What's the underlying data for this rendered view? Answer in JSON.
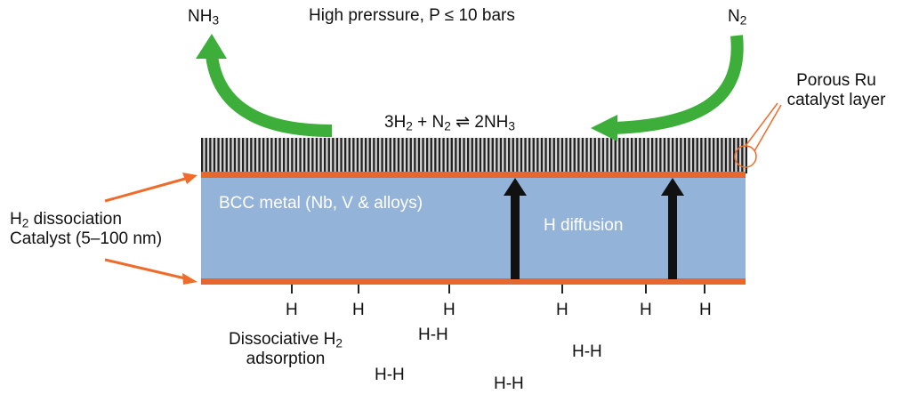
{
  "colors": {
    "metal": "#93b3d8",
    "catalyst_strip": "#e8672c",
    "arrow_green": "#3dae3a",
    "arrow_orange": "#ef6b2a",
    "porous_stripes": "#222222",
    "porous_gap": "#d6d6d6"
  },
  "labels": {
    "pressure": "High prerssure, P ≤ 10 bars",
    "nh3_prefix": "NH",
    "nh3_sub": "3",
    "n2_prefix": "N",
    "n2_sub": "2",
    "reaction": {
      "part1": "3H",
      "sub1": "2",
      "part2": " + N",
      "sub2": "2",
      "arrow": " ⇌ ",
      "part3": "2NH",
      "sub3": "3"
    },
    "porous_ru": "Porous Ru",
    "catalyst_layer": "catalyst layer",
    "h2_prefix": "H",
    "h2_sub": "2",
    "dissociation": " dissociation",
    "catalyst_size": "Catalyst (5–100 nm)",
    "bcc_metal": "BCC metal (Nb, V & alloys)",
    "h_diffusion": "H diffusion",
    "dissociative_prefix": "Dissociative H",
    "dissociative_sub": "2",
    "adsorption": "adsorption",
    "h_atoms": [
      "H",
      "H",
      "H",
      "H",
      "H",
      "H"
    ],
    "h2_molecules": [
      "H-H",
      "H-H",
      "H-H",
      "H-H"
    ]
  }
}
